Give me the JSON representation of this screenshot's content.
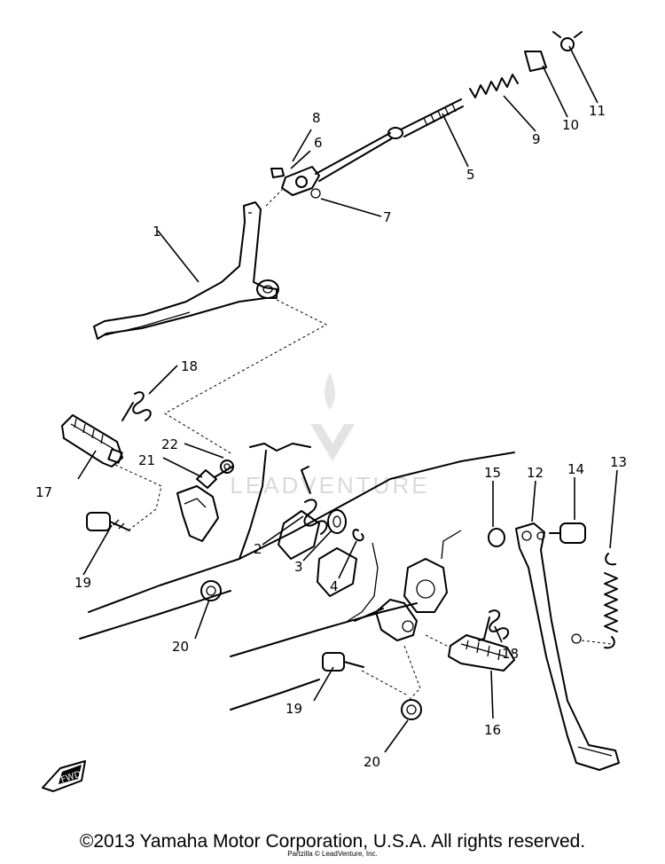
{
  "watermark": {
    "text": "LEADVENTURE"
  },
  "fwd_badge": {
    "text": "FWD"
  },
  "labels": [
    {
      "id": "1",
      "text": "1"
    },
    {
      "id": "2",
      "text": "2"
    },
    {
      "id": "3",
      "text": "3"
    },
    {
      "id": "4",
      "text": "4"
    },
    {
      "id": "5",
      "text": "5"
    },
    {
      "id": "6",
      "text": "6"
    },
    {
      "id": "7",
      "text": "7"
    },
    {
      "id": "8",
      "text": "8"
    },
    {
      "id": "9",
      "text": "9"
    },
    {
      "id": "10",
      "text": "10"
    },
    {
      "id": "11",
      "text": "11"
    },
    {
      "id": "12",
      "text": "12"
    },
    {
      "id": "13",
      "text": "13"
    },
    {
      "id": "14",
      "text": "14"
    },
    {
      "id": "15",
      "text": "15"
    },
    {
      "id": "16",
      "text": "16"
    },
    {
      "id": "17",
      "text": "17"
    },
    {
      "id": "18a",
      "text": "18"
    },
    {
      "id": "18b",
      "text": "18"
    },
    {
      "id": "19a",
      "text": "19"
    },
    {
      "id": "19b",
      "text": "19"
    },
    {
      "id": "20a",
      "text": "20"
    },
    {
      "id": "20b",
      "text": "20"
    },
    {
      "id": "21",
      "text": "21"
    },
    {
      "id": "22",
      "text": "22"
    }
  ],
  "footer": {
    "copyright": "©2013 Yamaha Motor Corporation, U.S.A. All rights reserved.",
    "small_print": "Partzilla © LeadVenture, Inc."
  }
}
